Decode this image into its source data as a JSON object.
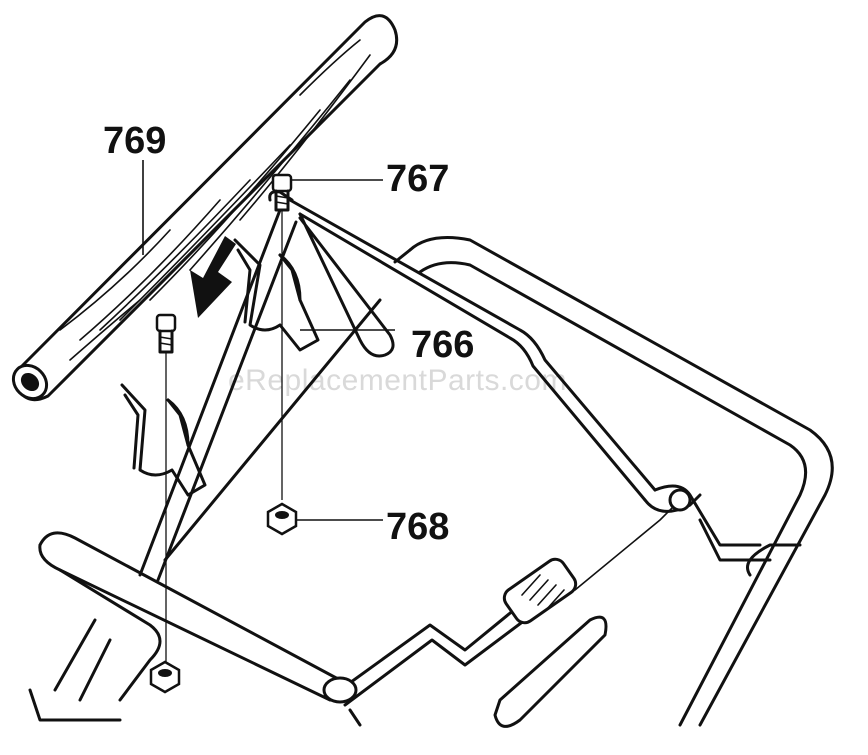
{
  "callouts": {
    "c769": "769",
    "c767": "767",
    "c766": "766",
    "c768": "768"
  },
  "watermark": "eReplacementParts.com",
  "icons": [
    "arrow-down-icon"
  ]
}
